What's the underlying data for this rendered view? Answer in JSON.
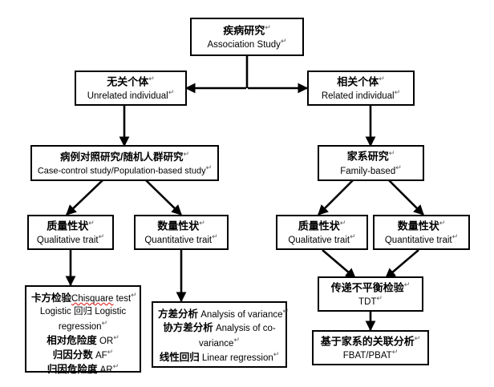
{
  "diagram": {
    "title_text": "",
    "line_color": "#000000",
    "box_border_color": "#000000",
    "background_color": "#ffffff",
    "spellcheck_underline_color": "#e03030",
    "return_mark": "↵"
  },
  "nodes": {
    "association_study": {
      "cn": "疾病研究",
      "en": "Association Study"
    },
    "unrelated_individual": {
      "cn": "无关个体",
      "en": "Unrelated individual"
    },
    "related_individual": {
      "cn": "相关个体",
      "en": "Related individual"
    },
    "case_control": {
      "cn": "病例对照研究/随机人群研究",
      "en": "Case-control study/Population-based  study"
    },
    "family_based": {
      "cn": "家系研究",
      "en": "Family-based"
    },
    "qualitative_left": {
      "cn": "质量性状",
      "en": "Qualitative trait"
    },
    "quantitative_left": {
      "cn": "数量性状",
      "en": "Quantitative trait"
    },
    "qualitative_right": {
      "cn": "质量性状",
      "en": "Qualitative trait"
    },
    "quantitative_right": {
      "cn": "数量性状",
      "en": "Quantitative trait"
    },
    "tdt": {
      "cn": "传递不平衡检验",
      "en": "TDT"
    },
    "fbat_pbat": {
      "cn": "基于家系的关联分析",
      "en": "FBAT/PBAT"
    },
    "qualitative_methods": {
      "lines": [
        {
          "cn": "卡方检验",
          "en_misspelled": "Chisquare",
          "en": " test"
        },
        {
          "cn_mixed": "Logistic 回归 Logistic regression"
        },
        {
          "cn": "相对危险度",
          "en": " OR"
        },
        {
          "cn": "归因分数",
          "en": " AF"
        },
        {
          "cn": "归因危险度",
          "en": " AR"
        }
      ]
    },
    "quantitative_methods": {
      "lines": [
        {
          "cn": "方差分析",
          "en": " Analysis of variance"
        },
        {
          "cn": "协方差分析",
          "en": " Analysis of co-variance"
        },
        {
          "cn": "线性回归",
          "en": " Linear regression"
        }
      ]
    }
  },
  "edges": [
    {
      "name": "association-to-split",
      "type": "vertical-stem"
    },
    {
      "name": "split-to-unrelated",
      "type": "arrow-left"
    },
    {
      "name": "split-to-related",
      "type": "arrow-right"
    },
    {
      "name": "unrelated-to-case-control",
      "type": "elbow-down-arrow"
    },
    {
      "name": "related-to-family-based",
      "type": "down-arrow"
    },
    {
      "name": "case-control-to-qualitative",
      "type": "diagonal-arrow"
    },
    {
      "name": "case-control-to-quantitative",
      "type": "diagonal-arrow"
    },
    {
      "name": "family-to-qualitative",
      "type": "diagonal-arrow"
    },
    {
      "name": "family-to-quantitative",
      "type": "diagonal-arrow"
    },
    {
      "name": "qualitative-left-to-methods",
      "type": "down-arrow"
    },
    {
      "name": "quantitative-left-to-methods",
      "type": "down-arrow"
    },
    {
      "name": "qualitative-right-to-tdt",
      "type": "diagonal-arrow"
    },
    {
      "name": "quantitative-right-to-tdt",
      "type": "diagonal-arrow"
    },
    {
      "name": "tdt-to-fbat",
      "type": "down-arrow"
    }
  ]
}
